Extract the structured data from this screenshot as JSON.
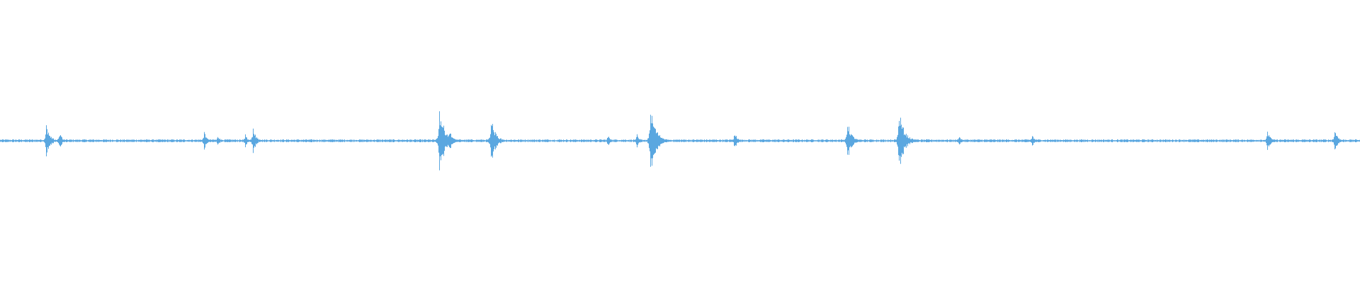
{
  "waveform": {
    "color": "#5aa7e0",
    "background": "#ffffff",
    "duration_fraction_peaks": [
      {
        "t": 0.034,
        "amp": 0.14
      },
      {
        "t": 0.044,
        "amp": 0.07
      },
      {
        "t": 0.15,
        "amp": 0.08
      },
      {
        "t": 0.16,
        "amp": 0.05
      },
      {
        "t": 0.18,
        "amp": 0.06
      },
      {
        "t": 0.186,
        "amp": 0.11
      },
      {
        "t": 0.323,
        "amp": 0.28
      },
      {
        "t": 0.33,
        "amp": 0.1
      },
      {
        "t": 0.361,
        "amp": 0.2
      },
      {
        "t": 0.447,
        "amp": 0.05
      },
      {
        "t": 0.468,
        "amp": 0.06
      },
      {
        "t": 0.478,
        "amp": 0.28
      },
      {
        "t": 0.54,
        "amp": 0.08
      },
      {
        "t": 0.623,
        "amp": 0.17
      },
      {
        "t": 0.661,
        "amp": 0.26
      },
      {
        "t": 0.705,
        "amp": 0.04
      },
      {
        "t": 0.759,
        "amp": 0.05
      },
      {
        "t": 0.932,
        "amp": 0.09
      },
      {
        "t": 0.981,
        "amp": 0.09
      }
    ],
    "baseline_noise": 0.012,
    "sample_count": 1920
  }
}
